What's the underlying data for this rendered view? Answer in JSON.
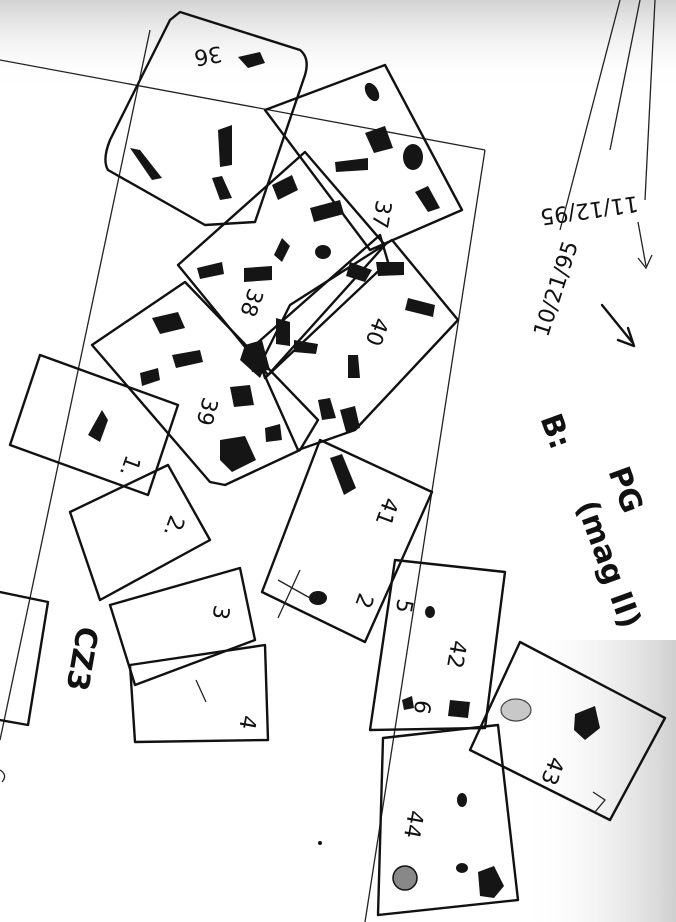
{
  "sheet": {
    "background": "#ffffff",
    "ink_color": "#111111",
    "shading_color": "#cfcfcf"
  },
  "annotations": {
    "date_top": "11/12/95",
    "date_mid": "10/21/95",
    "header_letter": "B:",
    "header_code": "PG",
    "header_mag": "(mag II)",
    "sample_code": "CZ3"
  },
  "frames": {
    "f36": "36",
    "f37": "37",
    "f38": "38",
    "f39": "39",
    "f40": "40",
    "f41": "41",
    "f42": "42",
    "f43": "43",
    "f44": "44",
    "f1": "1.",
    "f2": "2.",
    "f3": "3",
    "f4": "4"
  },
  "numbers": {
    "n2": "2",
    "n5": "5",
    "n6": "6"
  }
}
